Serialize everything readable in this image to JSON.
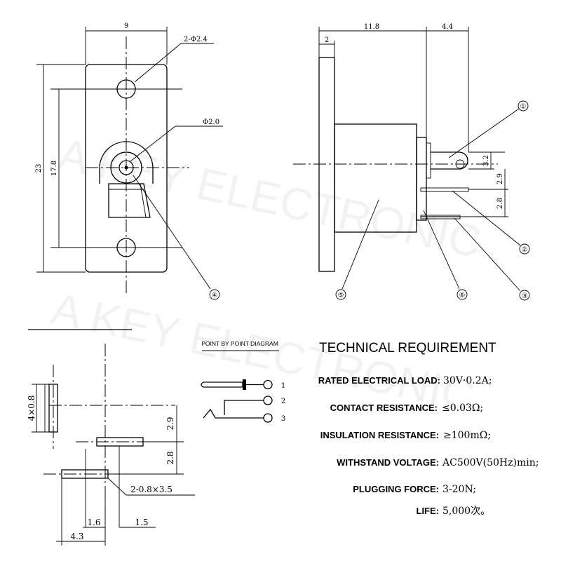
{
  "front_view": {
    "width_dim": "9",
    "hole_callout": "2-Φ2.4",
    "pin_callout": "Φ2.0",
    "height_dim": "23",
    "hole_spacing_dim": "17.8",
    "callout_4": "④"
  },
  "side_view": {
    "length_dim": "11.8",
    "pin_length_dim": "4.4",
    "flange_dim": "2",
    "dim_3_2": "3.2",
    "dim_2_9": "2.9",
    "dim_2_8": "2.8",
    "callout_1": "①",
    "callout_2": "②",
    "callout_3": "③",
    "callout_5": "⑤",
    "callout_6": "⑥"
  },
  "pcb_view": {
    "dim_4x0_8": "4×0.8",
    "dim_2_9": "2.9",
    "dim_2_8": "2.8",
    "slot_callout": "2-0.8×3.5",
    "dim_1_6": "1.6",
    "dim_1_5": "1.5",
    "dim_4_3": "4.3"
  },
  "watermark": {
    "line1": "A KEY ELECTRONIC",
    "line2": "A KEY ELECTRONIC"
  },
  "schematic": {
    "title": "POINT BY POINT DIAGRAM",
    "pin1": "1",
    "pin2": "2",
    "pin3": "3"
  },
  "tech": {
    "title": "TECHNICAL REQUIREMENT",
    "rows": [
      {
        "label": "RATED ELECTRICAL LOAD:",
        "value": "30V·0.2A;"
      },
      {
        "label": "CONTACT RESISTANCE:",
        "value": "≤0.03Ω;"
      },
      {
        "label": "INSULATION RESISTANCE:",
        "value": "≥100mΩ;"
      },
      {
        "label": "WITHSTAND VOLTAGE:",
        "value": "AC500V(50Hz)min;"
      },
      {
        "label": "PLUGGING FORCE:",
        "value": "3-20N;"
      },
      {
        "label": "LIFE:",
        "value": "5,000次。"
      }
    ]
  }
}
